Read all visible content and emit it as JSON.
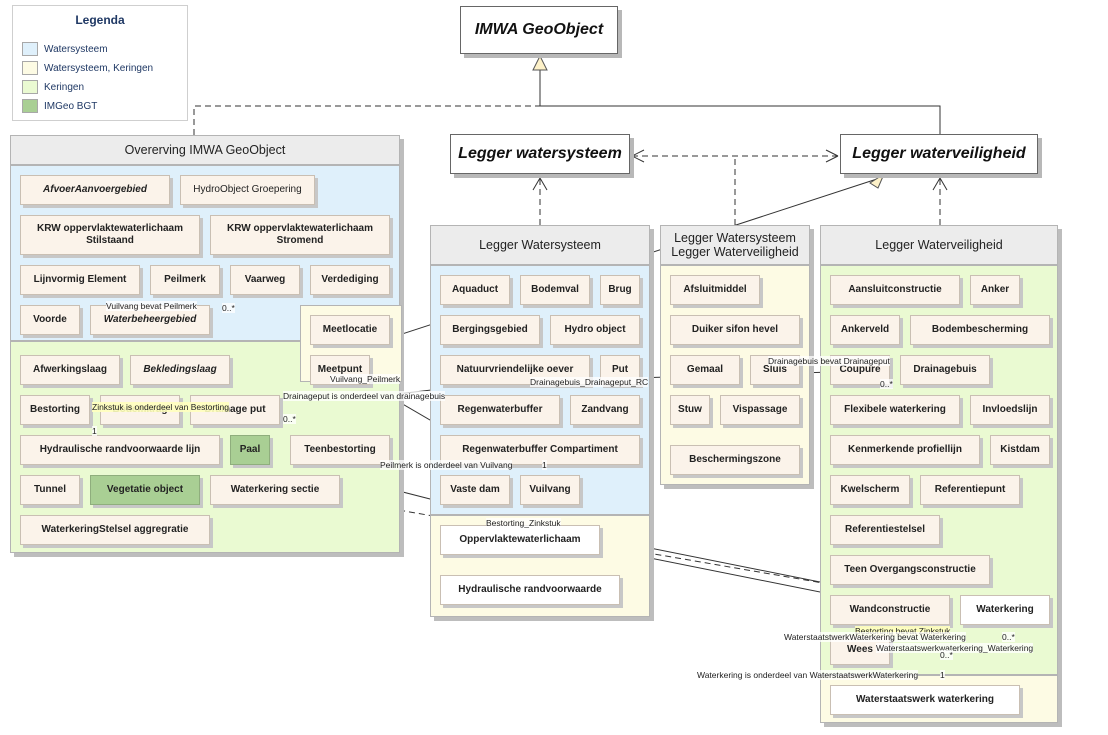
{
  "legend": {
    "title": "Legenda",
    "items": [
      {
        "label": "Watersysteem",
        "color": "#dff0fb"
      },
      {
        "label": "Watersysteem, Keringen",
        "color": "#fdfbe4"
      },
      {
        "label": "Keringen",
        "color": "#eafad2"
      },
      {
        "label": "IMGeo BGT",
        "color": "#a9cf94"
      }
    ]
  },
  "top": {
    "geo": "IMWA GeoObject",
    "legger_ws": "Legger watersysteem",
    "legger_wv": "Legger waterveiligheid"
  },
  "packages": {
    "overerving": "Overerving IMWA GeoObject",
    "ws": "Legger Watersysteem",
    "both_line1": "Legger Watersysteem",
    "both_line2": "Legger Waterveiligheid",
    "wv": "Legger Waterveiligheid"
  },
  "classes": {
    "afvoer": "AfvoerAanvoergebied",
    "hydrogroep": "HydroObject Groepering",
    "krw_stil": "KRW oppervlaktewaterlichaam Stilstaand",
    "krw_strom": "KRW oppervlaktewaterlichaam Stromend",
    "lijnvormig": "Lijnvormig Element",
    "peilmerk": "Peilmerk",
    "vaarweg": "Vaarweg",
    "verdediging": "Verdediging",
    "voorde": "Voorde",
    "waterbeheer": "Waterbeheergebied",
    "meetlocatie": "Meetlocatie",
    "meetpunt": "Meetpunt",
    "afwerkingslaag": "Afwerkingslaag",
    "bekledingslaag": "Bekledingslaag",
    "bestorting": "Bestorting",
    "bodemkrag": "Bodemkrag",
    "drainageput": "Drainage put",
    "hydr_rand_lijn": "Hydraulische randvoorwaarde lijn",
    "paal": "Paal",
    "teenbestorting": "Teenbestorting",
    "tunnel": "Tunnel",
    "vegetatie": "Vegetatie object",
    "waterkering_sectie": "Waterkering sectie",
    "stelsel": "WaterkeringStelsel aggregratie",
    "aquaduct": "Aquaduct",
    "bodemval": "Bodemval",
    "brug": "Brug",
    "bergingsgebied": "Bergingsgebied",
    "hydro_object": "Hydro object",
    "natuurvriendelijke": "Natuurvriendelijke oever",
    "put": "Put",
    "regenwaterbuffer": "Regenwaterbuffer",
    "zandvang": "Zandvang",
    "rwb_comp": "Regenwaterbuffer Compartiment",
    "vaste_dam": "Vaste dam",
    "vuilvang": "Vuilvang",
    "oppervlaktewaterlichaam": "Oppervlaktewaterlichaam",
    "hydr_rand": "Hydraulische randvoorwaarde",
    "afsluitmiddel": "Afsluitmiddel",
    "duiker": "Duiker sifon hevel",
    "gemaal": "Gemaal",
    "sluis": "Sluis",
    "stuw": "Stuw",
    "vispassage": "Vispassage",
    "beschermingszone": "Beschermingszone",
    "aansluitconstructie": "Aansluitconstructie",
    "anker": "Anker",
    "ankerveld": "Ankerveld",
    "bodembescherming": "Bodembescherming",
    "coupure": "Coupure",
    "drainagebuis": "Drainagebuis",
    "flexibele": "Flexibele waterkering",
    "invloedslijn": "Invloedslijn",
    "kenmerkende": "Kenmerkende profiellijn",
    "kistdam": "Kistdam",
    "kwelscherm": "Kwelscherm",
    "referentiepunt": "Referentiepunt",
    "referentiestelsel": "Referentiestelsel",
    "teen_overgang": "Teen Overgangsconstructie",
    "wandconstructie": "Wandconstructie",
    "waterkering": "Waterkering",
    "wees": "Wees",
    "waterstaatswerk": "Waterstaatswerk waterkering"
  },
  "labels": {
    "vuilvang_bevat_peilmerk": "Vuilvang bevat Peilmerk",
    "mult_0n_a": "0..*",
    "vuilvang_peilmerk": "Vuilvang_Peilmerk",
    "zinkstuk_onderdeel_bestorting": "Zinkstuk is onderdeel van Bestorting",
    "mult_1_a": "1",
    "drainageput_onderdeel": "Drainageput is onderdeel van drainagebuis",
    "mult_0n_b": "0..*",
    "drainagebuis_bevat": "Drainagebuis bevat Drainageput",
    "drainagebuis_rc": "Drainagebuis_Drainageput_RC",
    "mult_0n_c": "0..*",
    "peilmerk_onderdeel": "Peilmerk is onderdeel van Vuilvang",
    "mult_1_b": "1",
    "bestorting_zinkstuk": "Bestorting_Zinkstuk",
    "bestorting_bevat": "Bestorting bevat Zinkstuk",
    "wsw_bevat": "WaterstaatstwerkWaterkering bevat Waterkering",
    "wsw_waterkering": "Waterstaatswerkwaterkering_Waterkering",
    "mult_0n_d": "0..*",
    "mult_0n_e": "0..*",
    "waterkering_onderdeel": "Waterkering is onderdeel van WaterstaatswerkWaterkering",
    "mult_1_c": "1"
  }
}
